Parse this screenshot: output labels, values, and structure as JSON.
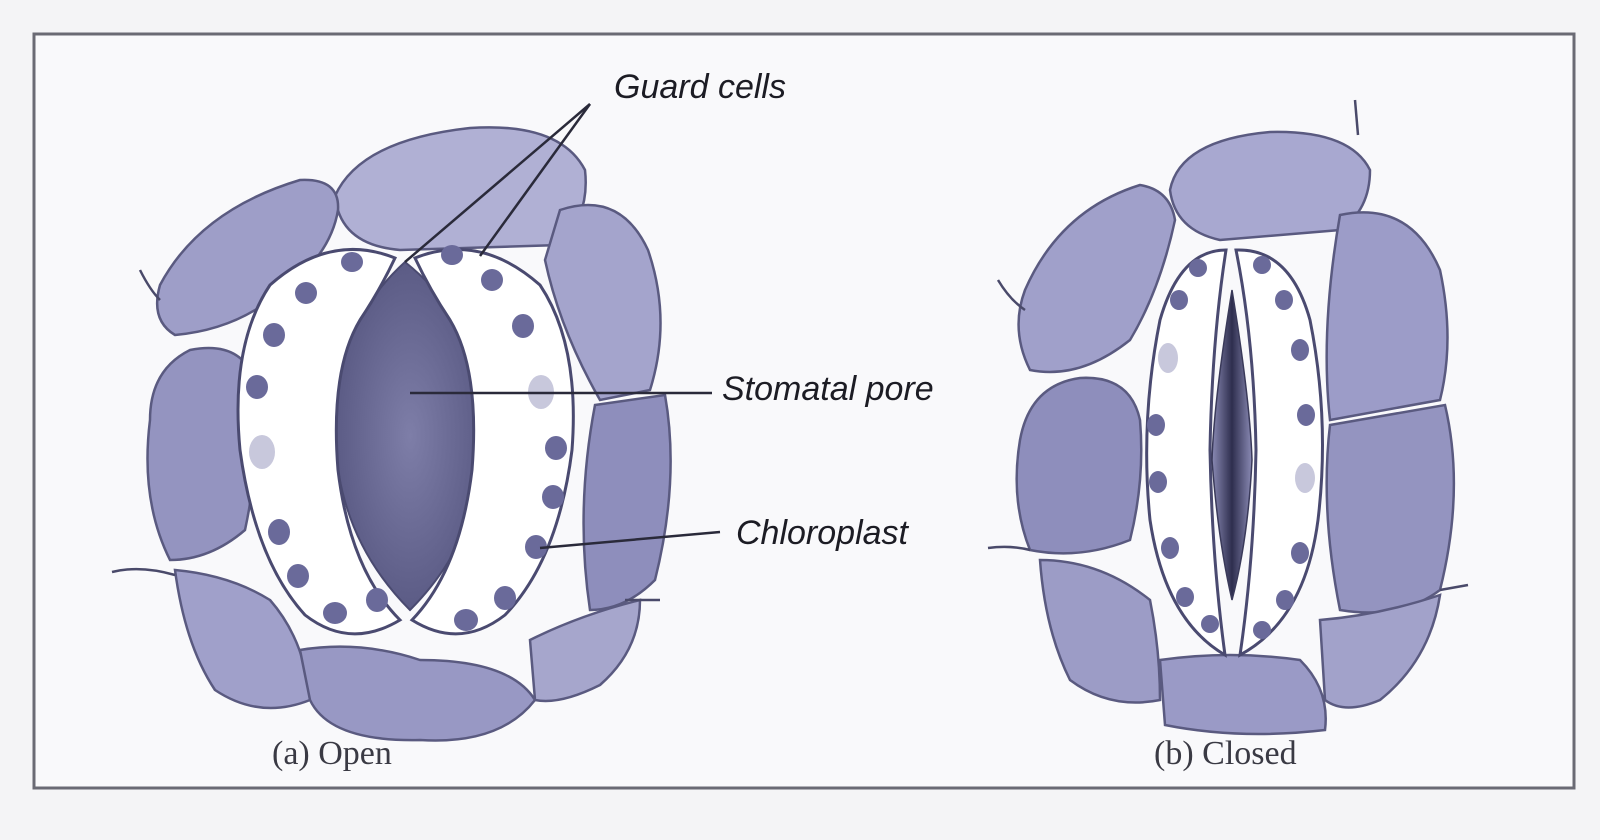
{
  "labels": {
    "guard_cells": "Guard cells",
    "stomatal_pore": "Stomatal pore",
    "chloroplast": "Chloroplast"
  },
  "captions": {
    "open": "(a) Open",
    "closed": "(b) Closed"
  },
  "colors": {
    "paper": "#f4f4f6",
    "frame": "#6a6a74",
    "epidermal_cell": "#9a9ac4",
    "epidermal_cell_light": "#b4b4d6",
    "cell_outline": "#5a5a80",
    "guard_cell": "#ffffff",
    "chloroplast": "#6a6a9a",
    "pore": "#5c5c8e"
  }
}
